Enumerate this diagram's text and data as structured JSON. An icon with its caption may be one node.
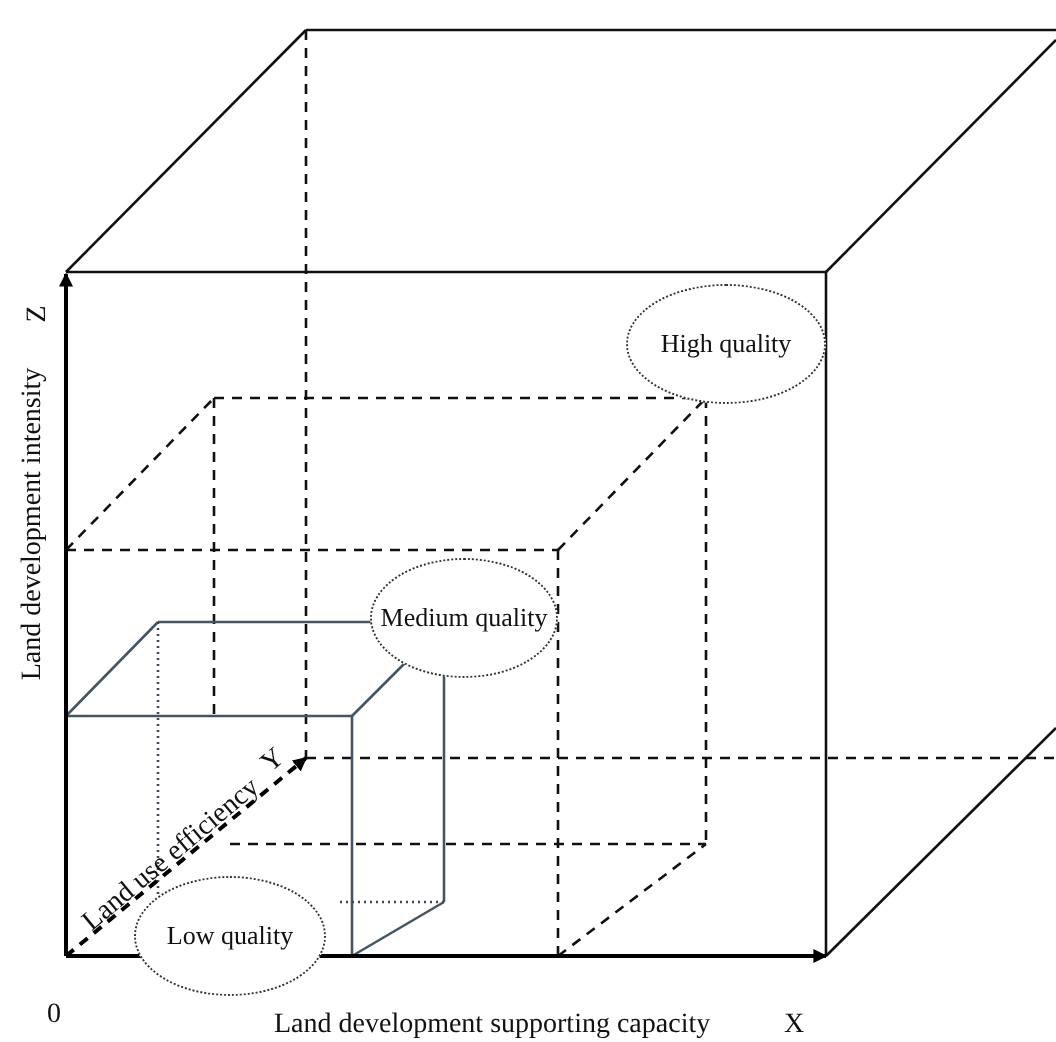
{
  "diagram": {
    "nodes": [
      {
        "text": [
          "High quality"
        ]
      },
      {
        "text": [
          "Medium quality"
        ]
      },
      {
        "text": [
          "Low quality"
        ]
      }
    ],
    "labels": [
      "Z",
      "Land development intensity",
      "Y",
      "Land use efficiency",
      "0",
      "Land development supporting capacity",
      "X"
    ]
  }
}
